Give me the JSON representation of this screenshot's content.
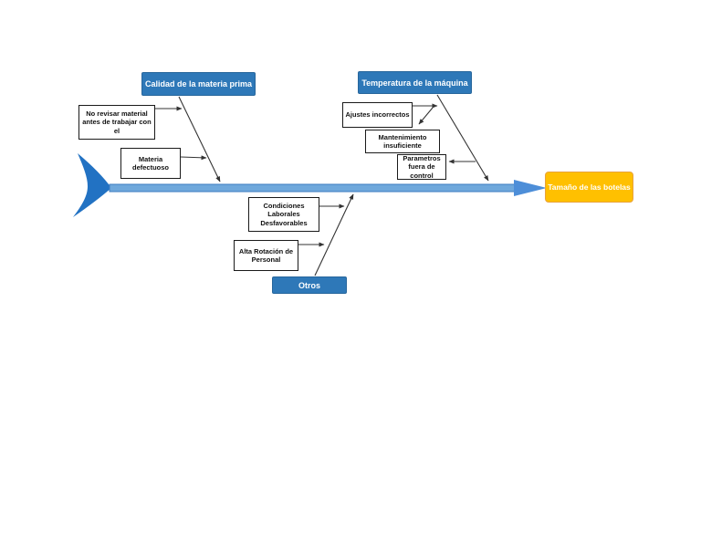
{
  "diagram": {
    "kind": "fishbone-ishikawa",
    "effect": {
      "label": "Tamaño de las botelas"
    },
    "categories": [
      {
        "label": "Calidad de la materia prima",
        "causes": [
          "No revisar material\nantes de trabajar con el",
          "Materia\ndefectuoso"
        ]
      },
      {
        "label": "Temperatura de la máquina",
        "causes": [
          "Ajustes incorrectos",
          "Mantenimiento\ninsuficiente",
          "Parametros\nfuera de\ncontrol"
        ]
      },
      {
        "label": "Otros",
        "causes": [
          "Condiciones\nLaborales\nDesfavorables",
          "Alta Rotación de\nPersonal"
        ]
      }
    ]
  },
  "colors": {
    "category_fill": "#2E78B8",
    "spine_fill": "#6FA8DC",
    "spine_edge": "#3E7CC0",
    "tail_fill": "#2272C3",
    "arrowhead_fill": "#4D8ED8",
    "effect_fill": "#FFC000",
    "effect_border": "#E8A33D",
    "connector": "#333333",
    "cause_border": "#1A1A1A"
  }
}
